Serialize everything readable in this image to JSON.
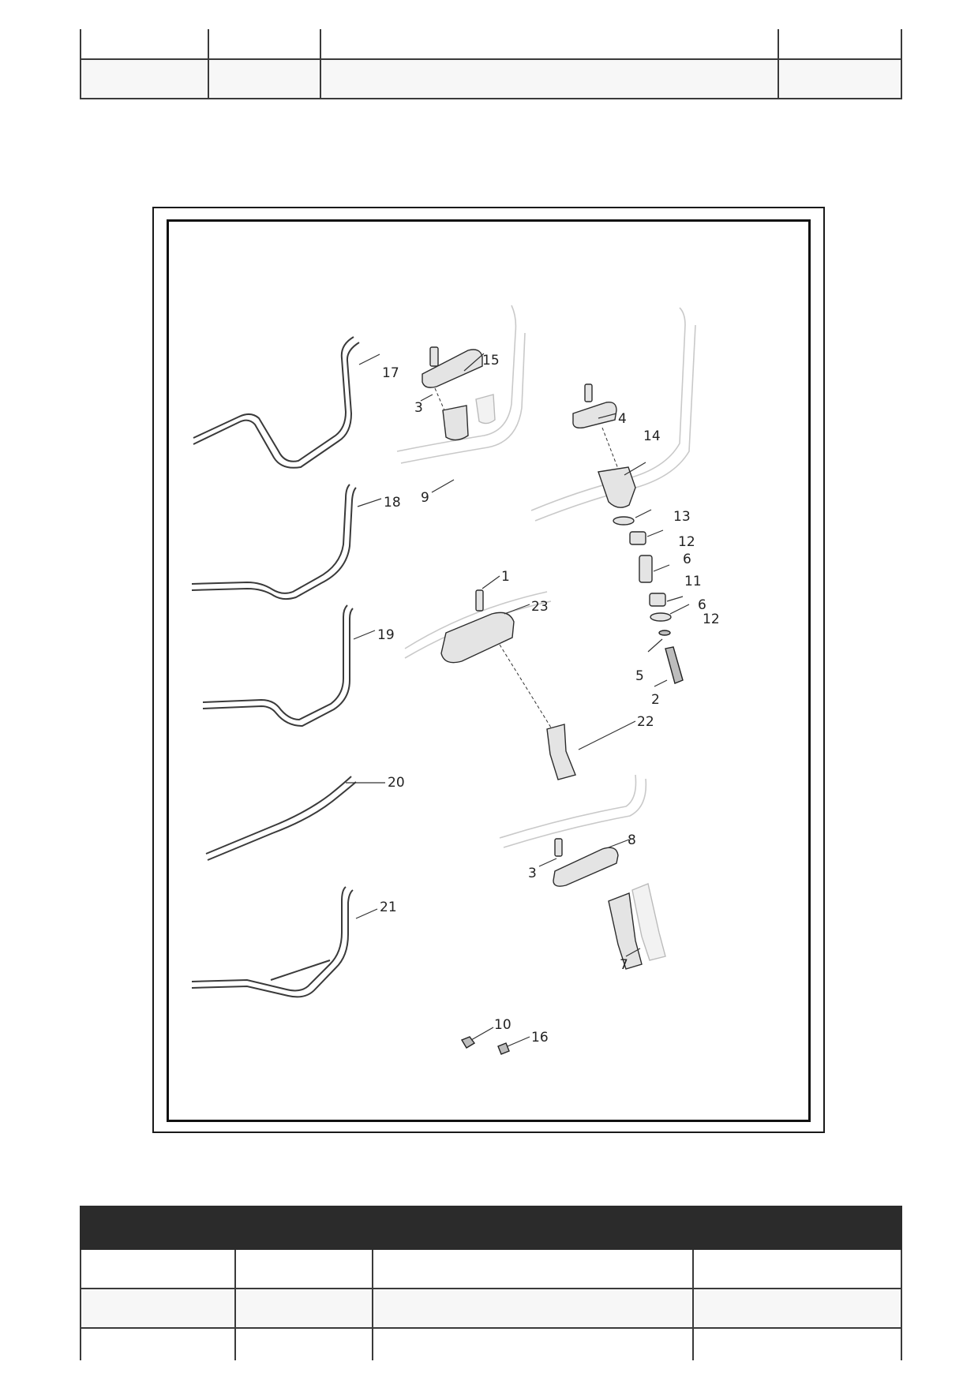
{
  "top_table": {
    "rows": [
      [
        "",
        "",
        "",
        ""
      ],
      [
        "",
        "",
        "",
        ""
      ]
    ]
  },
  "diagram": {
    "callouts": [
      "17",
      "18",
      "19",
      "20",
      "21",
      "15",
      "3",
      "9",
      "4",
      "14",
      "13",
      "12",
      "6",
      "11",
      "6",
      "12",
      "5",
      "2",
      "1",
      "23",
      "22",
      "8",
      "3",
      "7",
      "10",
      "16"
    ]
  },
  "bottom_table": {
    "headers": [
      "",
      "",
      "",
      ""
    ],
    "rows": [
      [
        "",
        "",
        "",
        ""
      ],
      [
        "",
        "",
        "",
        ""
      ],
      [
        "",
        "",
        "",
        ""
      ]
    ]
  }
}
